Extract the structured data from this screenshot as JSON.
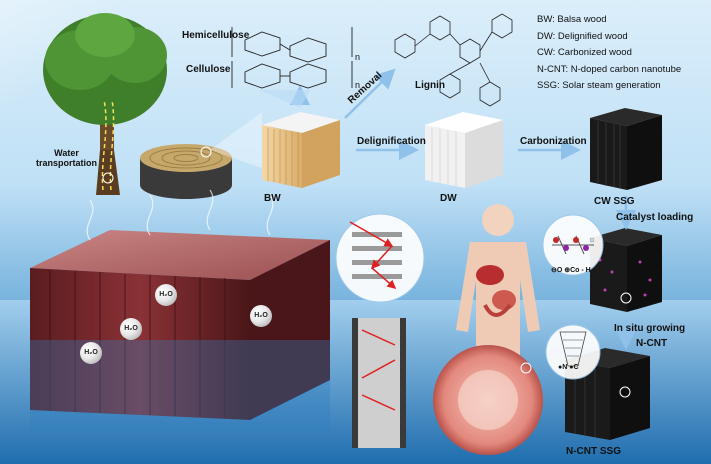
{
  "labels": {
    "hemicellulose": "Hemicellulose",
    "cellulose": "Cellulose",
    "lignin": "Lignin",
    "removal": "Removal",
    "water_transportation_1": "Water",
    "water_transportation_2": "transportation",
    "bw": "BW",
    "dw": "DW",
    "delignification": "Delignification",
    "carbonization": "Carbonization",
    "cw_ssg": "CW SSG",
    "catalyst_loading": "Catalyst loading",
    "in_situ_growing_1": "In situ growing",
    "in_situ_growing_2": "N-CNT",
    "ncnt_ssg": "N-CNT SSG",
    "subscript_n": "n",
    "h2o": "H₂O",
    "catalyst_legend": "⊖O ⊕Co - H",
    "cnt_legend": "●N ●C"
  },
  "legend": [
    "BW: Balsa wood",
    "DW: Delignified wood",
    "CW: Carbonized wood",
    "N-CNT: N-doped carbon nanotube",
    "SSG: Solar steam generation"
  ],
  "colors": {
    "sky_top": "#dbeefa",
    "water": "#2e7fc0",
    "balsa": "#e9c88e",
    "delignified": "#f4f4f4",
    "carbon": "#1c1c1c",
    "wood_red": "#7a2b2e",
    "tissue_pink": "#e89a90",
    "arrow_blue": "#8fc1ea"
  }
}
